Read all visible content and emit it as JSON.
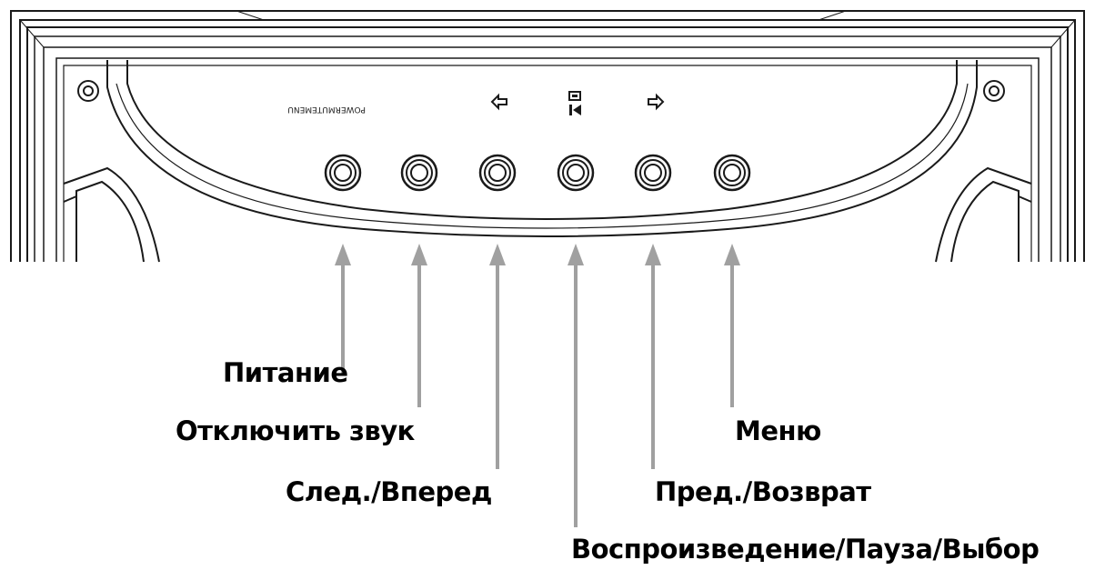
{
  "panel": {
    "mirrored_text": "POWERMUTEMENU",
    "icons": [
      "left-arrow-icon",
      "play-pause-icon",
      "right-arrow-icon"
    ]
  },
  "buttons": [
    {
      "label": "Питание"
    },
    {
      "label": "Отключить звук"
    },
    {
      "label": "След./Вперед"
    },
    {
      "label": "Воспроизведение/Пауза/Выбор"
    },
    {
      "label": "Пред./Возврат"
    },
    {
      "label": "Меню"
    }
  ],
  "colors": {
    "line": "#1a1a1a",
    "arrow": "#a0a0a0",
    "text": "#000000"
  }
}
